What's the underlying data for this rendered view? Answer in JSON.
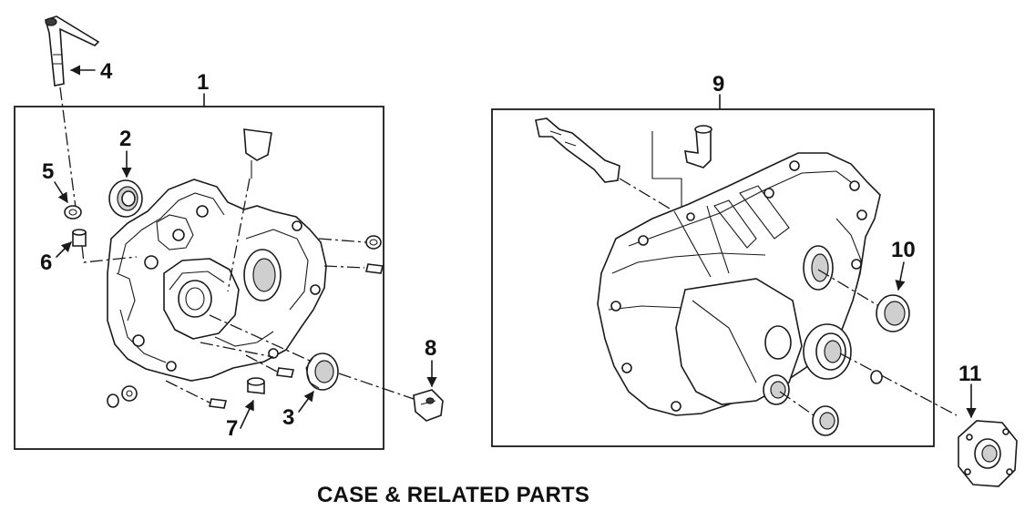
{
  "caption": "CASE & RELATED PARTS",
  "callouts": {
    "c1": "1",
    "c2": "2",
    "c3": "3",
    "c4": "4",
    "c5": "5",
    "c6": "6",
    "c7": "7",
    "c8": "8",
    "c9": "9",
    "c10": "10",
    "c11": "11"
  }
}
